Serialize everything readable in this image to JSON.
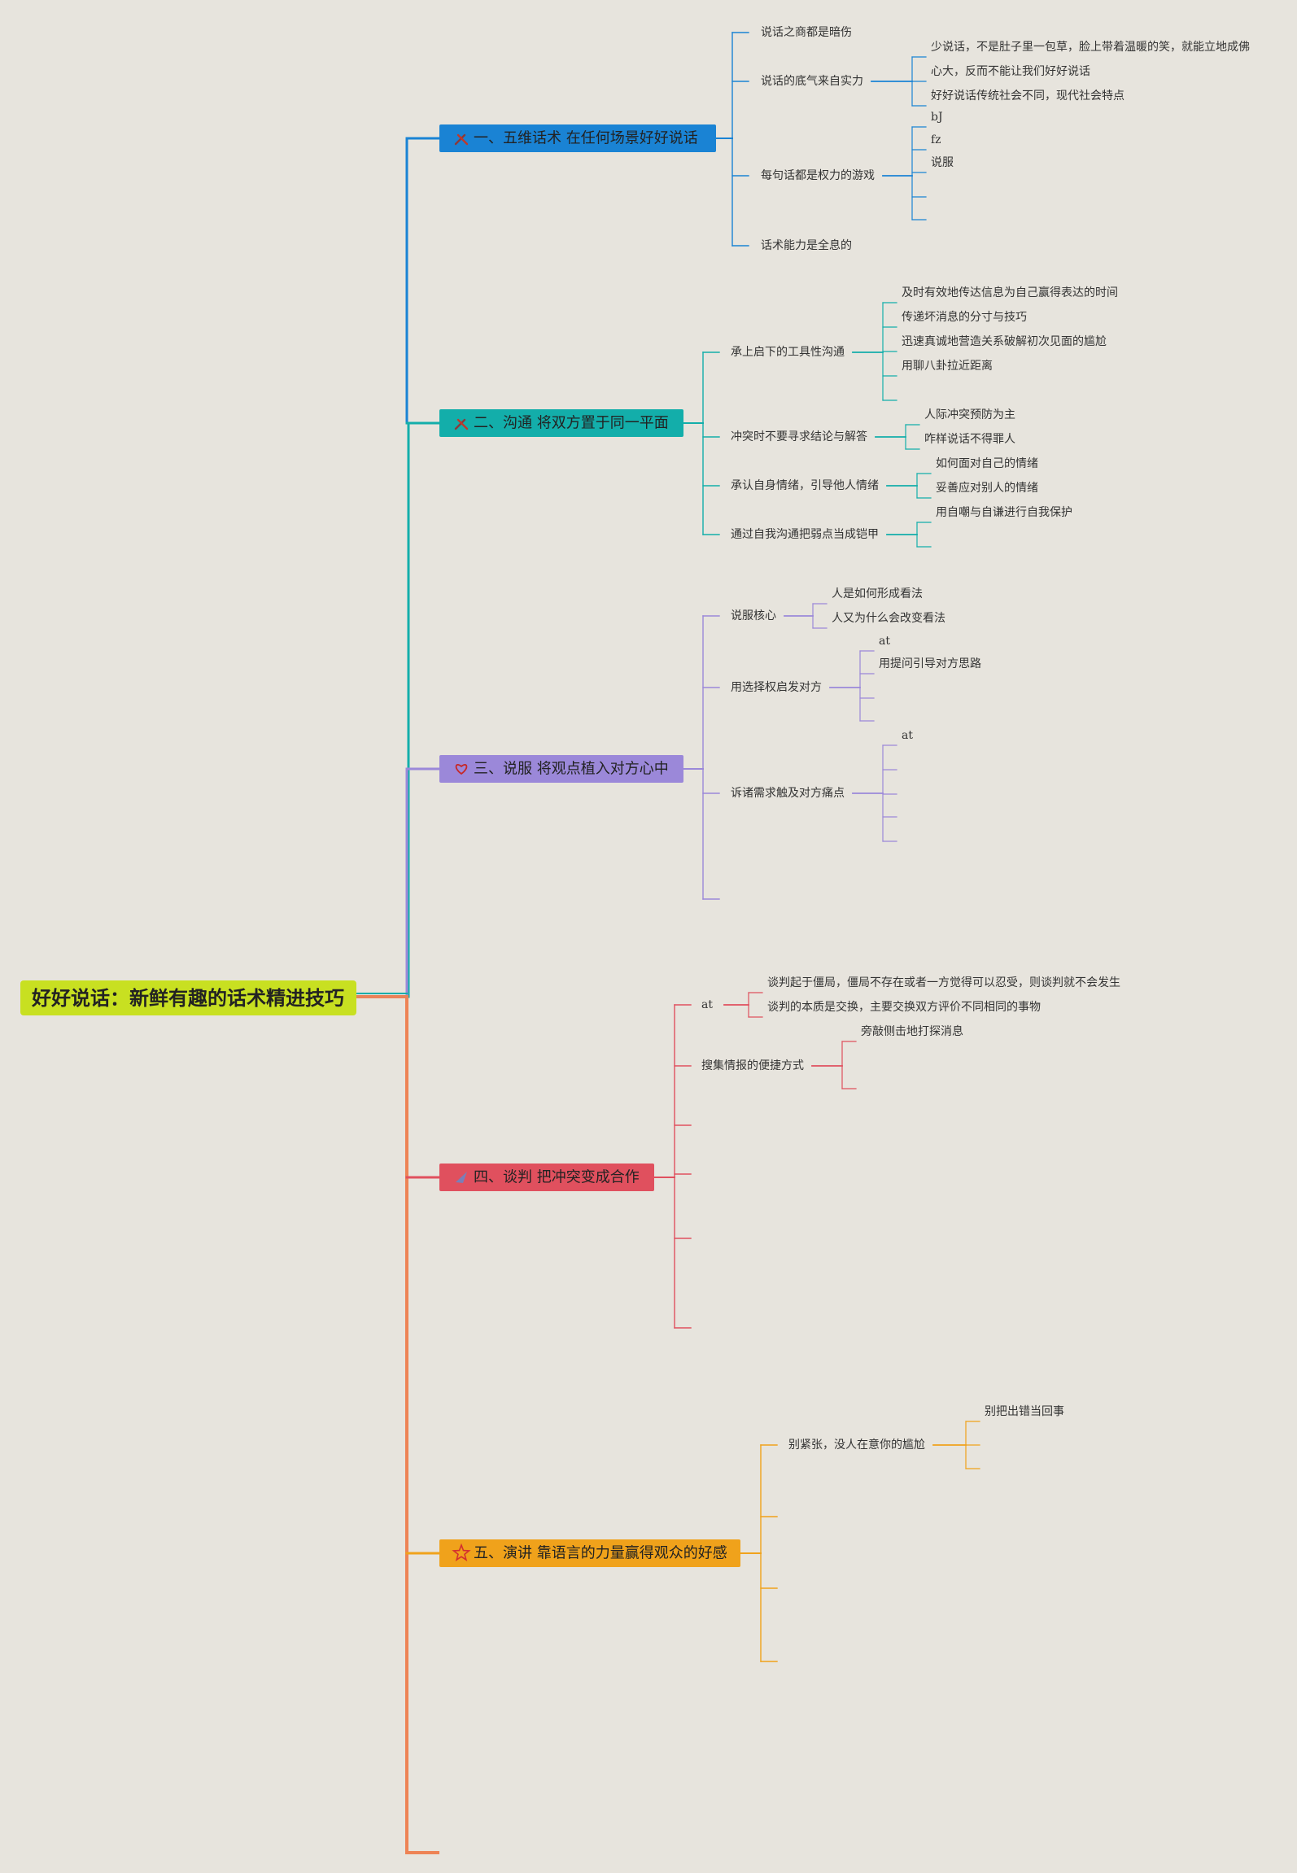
{
  "colors": {
    "background": "#e7e4dd",
    "root_fill": "#c8e021",
    "root_connector": "#e8835a",
    "section_1": "#1a83d4",
    "section_2": "#13aeaa",
    "section_3": "#9b88d9",
    "section_4": "#e0505e",
    "section_5": "#f0a21b",
    "trunk_lower": "#ee8355"
  },
  "root": {
    "title": "好好说话：新鲜有趣的话术精进技巧"
  },
  "sections": [
    {
      "id": "s1",
      "label": "一、五维话术 在任何场景好好说话",
      "icon": "tools-icon",
      "color": "#1a83d4",
      "children": [
        {
          "label": "说话之商都是暗伤",
          "children": []
        },
        {
          "label": "说话的底气来自实力",
          "children": [
            {
              "label": "少说话，不是肚子里一包草，脸上带着温暖的笑，就能立地成佛"
            },
            {
              "label": "心大，反而不能让我们好好说话"
            },
            {
              "label": "好好说话传统社会不同，现代社会特点"
            }
          ]
        },
        {
          "label": "每句话都是权力的游戏",
          "children": [
            {
              "label": "bJ"
            },
            {
              "label": "fz"
            },
            {
              "label": "说服"
            },
            {
              "label": ""
            },
            {
              "label": ""
            }
          ]
        },
        {
          "label": "话术能力是全息的",
          "children": []
        }
      ]
    },
    {
      "id": "s2",
      "label": "二、沟通 将双方置于同一平面",
      "icon": "tools-icon",
      "color": "#13aeaa",
      "children": [
        {
          "label": "承上启下的工具性沟通",
          "children": [
            {
              "label": "及时有效地传达信息为自己赢得表达的时间"
            },
            {
              "label": "传递坏消息的分寸与技巧"
            },
            {
              "label": "迅速真诚地营造关系破解初次见面的尴尬"
            },
            {
              "label": "用聊八卦拉近距离"
            },
            {
              "label": ""
            }
          ]
        },
        {
          "label": "冲突时不要寻求结论与解答",
          "children": [
            {
              "label": "人际冲突预防为主"
            },
            {
              "label": "咋样说话不得罪人"
            }
          ]
        },
        {
          "label": "承认自身情绪，引导他人情绪",
          "children": [
            {
              "label": "如何面对自己的情绪"
            },
            {
              "label": "妥善应对别人的情绪"
            }
          ]
        },
        {
          "label": "通过自我沟通把弱点当成铠甲",
          "children": [
            {
              "label": "用自嘲与自谦进行自我保护"
            },
            {
              "label": ""
            }
          ]
        }
      ]
    },
    {
      "id": "s3",
      "label": "三、说服 将观点植入对方心中",
      "icon": "heart-icon",
      "color": "#9b88d9",
      "children": [
        {
          "label": "说服核心",
          "children": [
            {
              "label": "人是如何形成看法"
            },
            {
              "label": "人又为什么会改变看法"
            }
          ]
        },
        {
          "label": "用选择权启发对方",
          "children": [
            {
              "label": "at"
            },
            {
              "label": "用提问引导对方思路"
            },
            {
              "label": ""
            },
            {
              "label": ""
            }
          ]
        },
        {
          "label": "诉诸需求触及对方痛点",
          "children": [
            {
              "label": "at"
            },
            {
              "label": ""
            },
            {
              "label": ""
            },
            {
              "label": ""
            },
            {
              "label": ""
            }
          ]
        },
        {
          "label": "",
          "children": []
        }
      ]
    },
    {
      "id": "s4",
      "label": "四、谈判 把冲突变成合作",
      "icon": "pen-icon",
      "color": "#e0505e",
      "children": [
        {
          "label": "at",
          "children": [
            {
              "label": "谈判起于僵局，僵局不存在或者一方觉得可以忍受，则谈判就不会发生"
            },
            {
              "label": "谈判的本质是交换，主要交换双方评价不同相同的事物"
            }
          ]
        },
        {
          "label": "搜集情报的便捷方式",
          "children": [
            {
              "label": "旁敲侧击地打探消息"
            },
            {
              "label": ""
            }
          ]
        },
        {
          "label": "",
          "children": []
        },
        {
          "label": "",
          "children": []
        },
        {
          "label": "",
          "children": []
        },
        {
          "label": "",
          "children": []
        }
      ]
    },
    {
      "id": "s5",
      "label": "五、演讲 靠语言的力量赢得观众的好感",
      "icon": "star-icon",
      "color": "#f0a21b",
      "children": [
        {
          "label": "别紧张，没人在意你的尴尬",
          "children": [
            {
              "label": "别把出错当回事"
            },
            {
              "label": ""
            },
            {
              "label": ""
            }
          ]
        },
        {
          "label": "",
          "children": []
        },
        {
          "label": "",
          "children": []
        },
        {
          "label": "",
          "children": []
        }
      ]
    }
  ]
}
